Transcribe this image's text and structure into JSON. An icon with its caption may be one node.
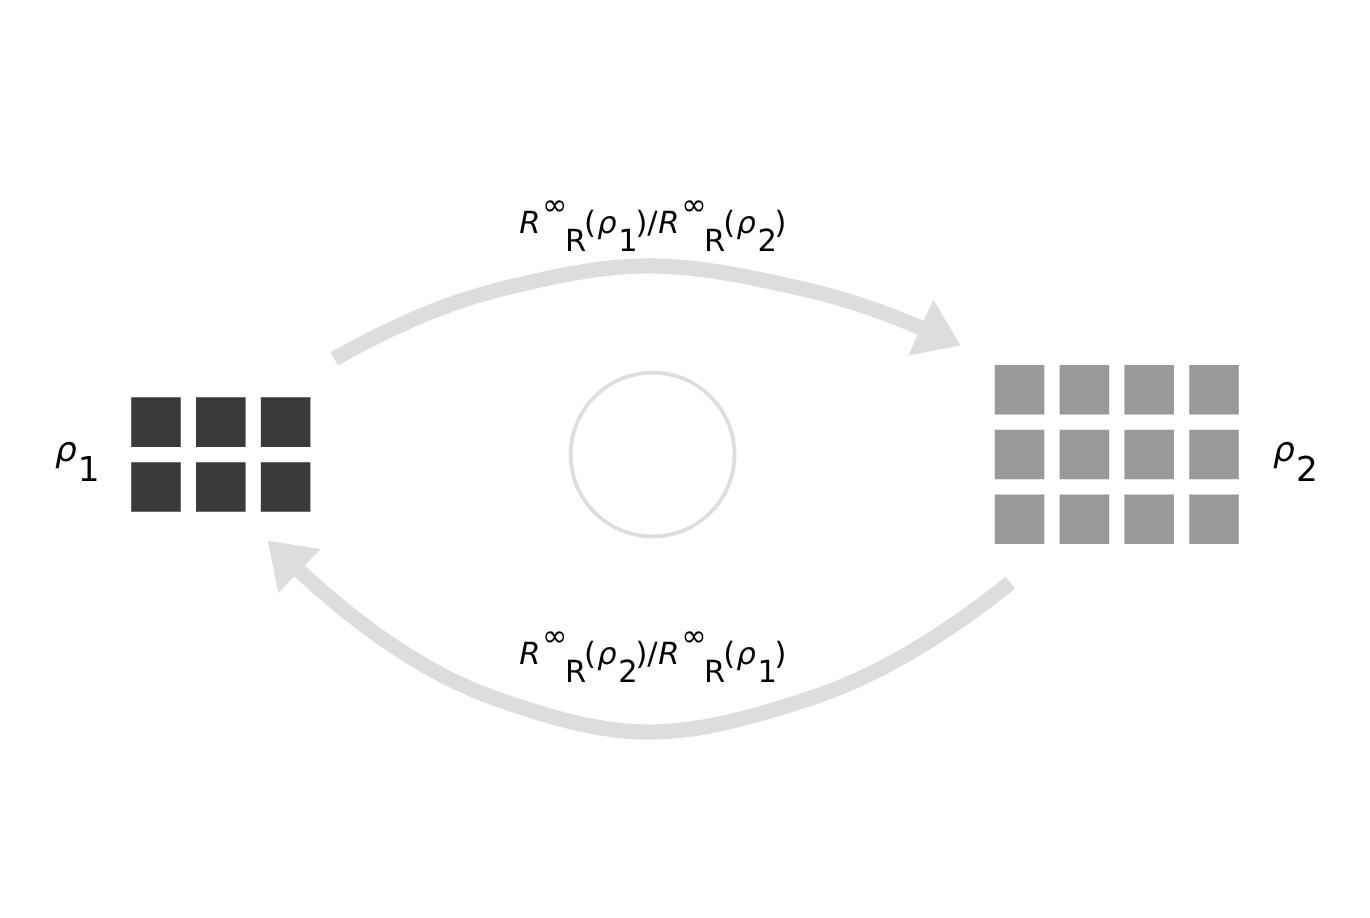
{
  "diagram": {
    "nodes": [
      {
        "text": [],
        "shape": "picture",
        "beside": [
          "*ρ*$_{1}$"
        ]
      },
      {
        "text": [],
        "shape": "picture",
        "beside": [
          "*ρ*$_{2}$"
        ]
      },
      {
        "text": [],
        "shape": "circle"
      }
    ],
    "edges": [
      {
        "from": 0,
        "to": 1,
        "arrow": "to",
        "label": "*R*$^{∞}$$_{R}$(*ρ*$_{1}$)/*R*$^{∞}$$_{R}$(*ρ*$_{2}$)"
      },
      {
        "from": 1,
        "to": 0,
        "arrow": "to",
        "label": "*R*$^{∞}$$_{R}$(*ρ*$_{2}$)/*R*$^{∞}$$_{R}$(*ρ*$_{1}$)"
      }
    ]
  }
}
